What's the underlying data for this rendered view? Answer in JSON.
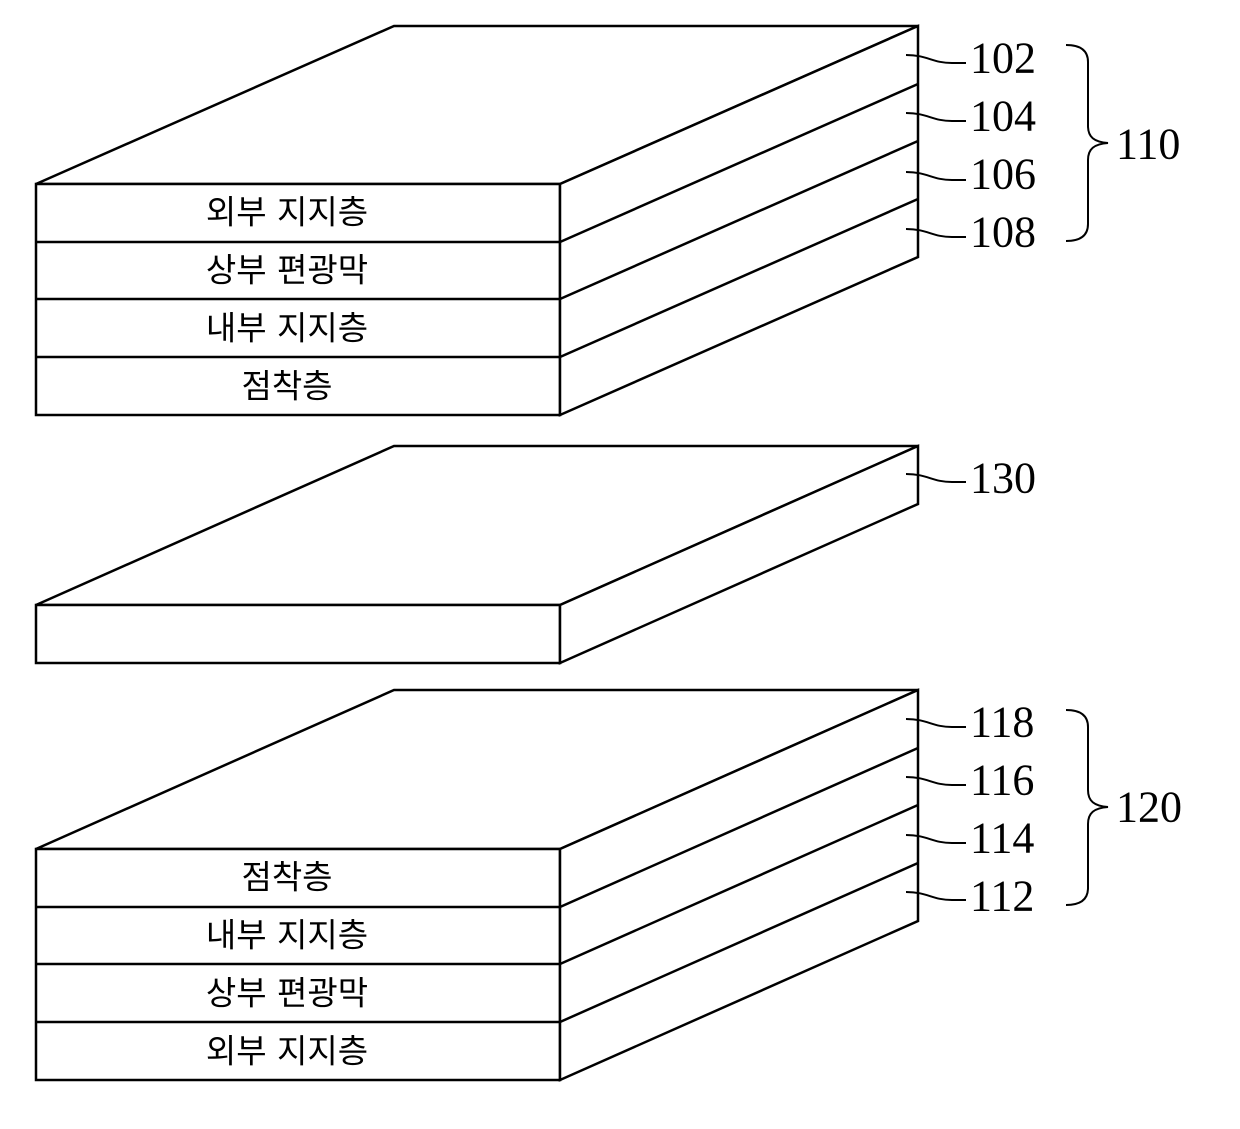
{
  "top_stack": {
    "layers": [
      "외부 지지층",
      "상부 편광막",
      "내부 지지층",
      "점착층"
    ],
    "refs": [
      "102",
      "104",
      "106",
      "108"
    ],
    "group_ref": "110"
  },
  "middle_plate": {
    "ref": "130"
  },
  "bottom_stack": {
    "layers": [
      "점착층",
      "내부 지지층",
      "상부 편광막",
      "외부 지지층"
    ],
    "refs": [
      "118",
      "116",
      "114",
      "112"
    ],
    "group_ref": "120"
  },
  "colors": {
    "line": "#000000",
    "fill": "#ffffff"
  }
}
